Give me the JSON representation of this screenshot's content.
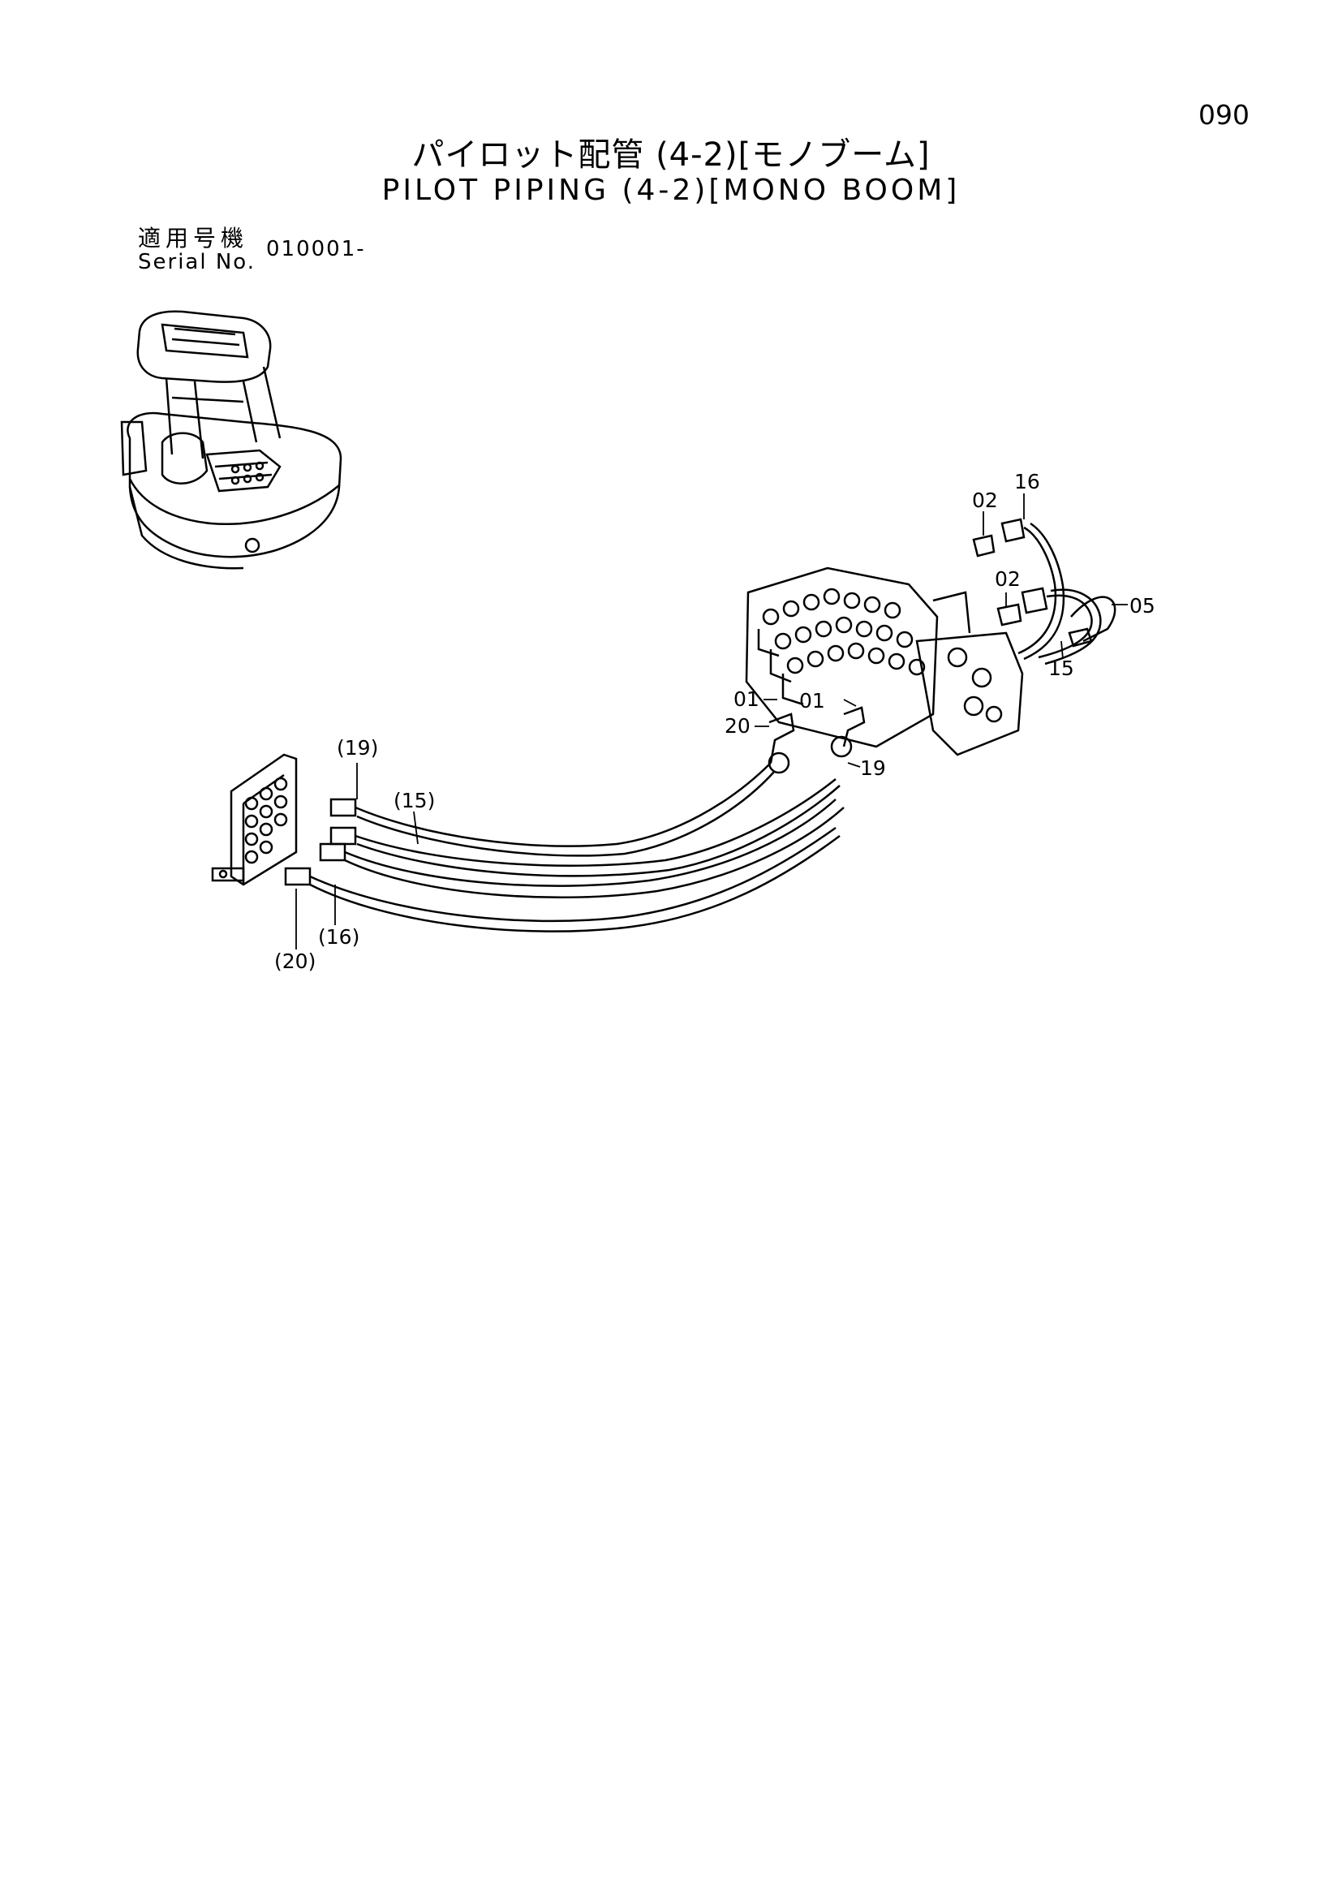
{
  "page": {
    "number": "090",
    "title_jp": "パイロット配管 (4-2)[モノブーム]",
    "title_en": "PILOT PIPING (4-2)[MONO BOOM]"
  },
  "serial": {
    "label_jp": "適用号機",
    "label_en": "Serial No.",
    "value": "010001-"
  },
  "callouts": {
    "c02a": "02",
    "c16": "16",
    "c02b": "02",
    "c05": "05",
    "c15": "15",
    "c01a": "01",
    "c01b": "01",
    "c20": "20",
    "c19": "19",
    "p19": "(19)",
    "p15": "(15)",
    "p16": "(16)",
    "p20": "(20)"
  }
}
